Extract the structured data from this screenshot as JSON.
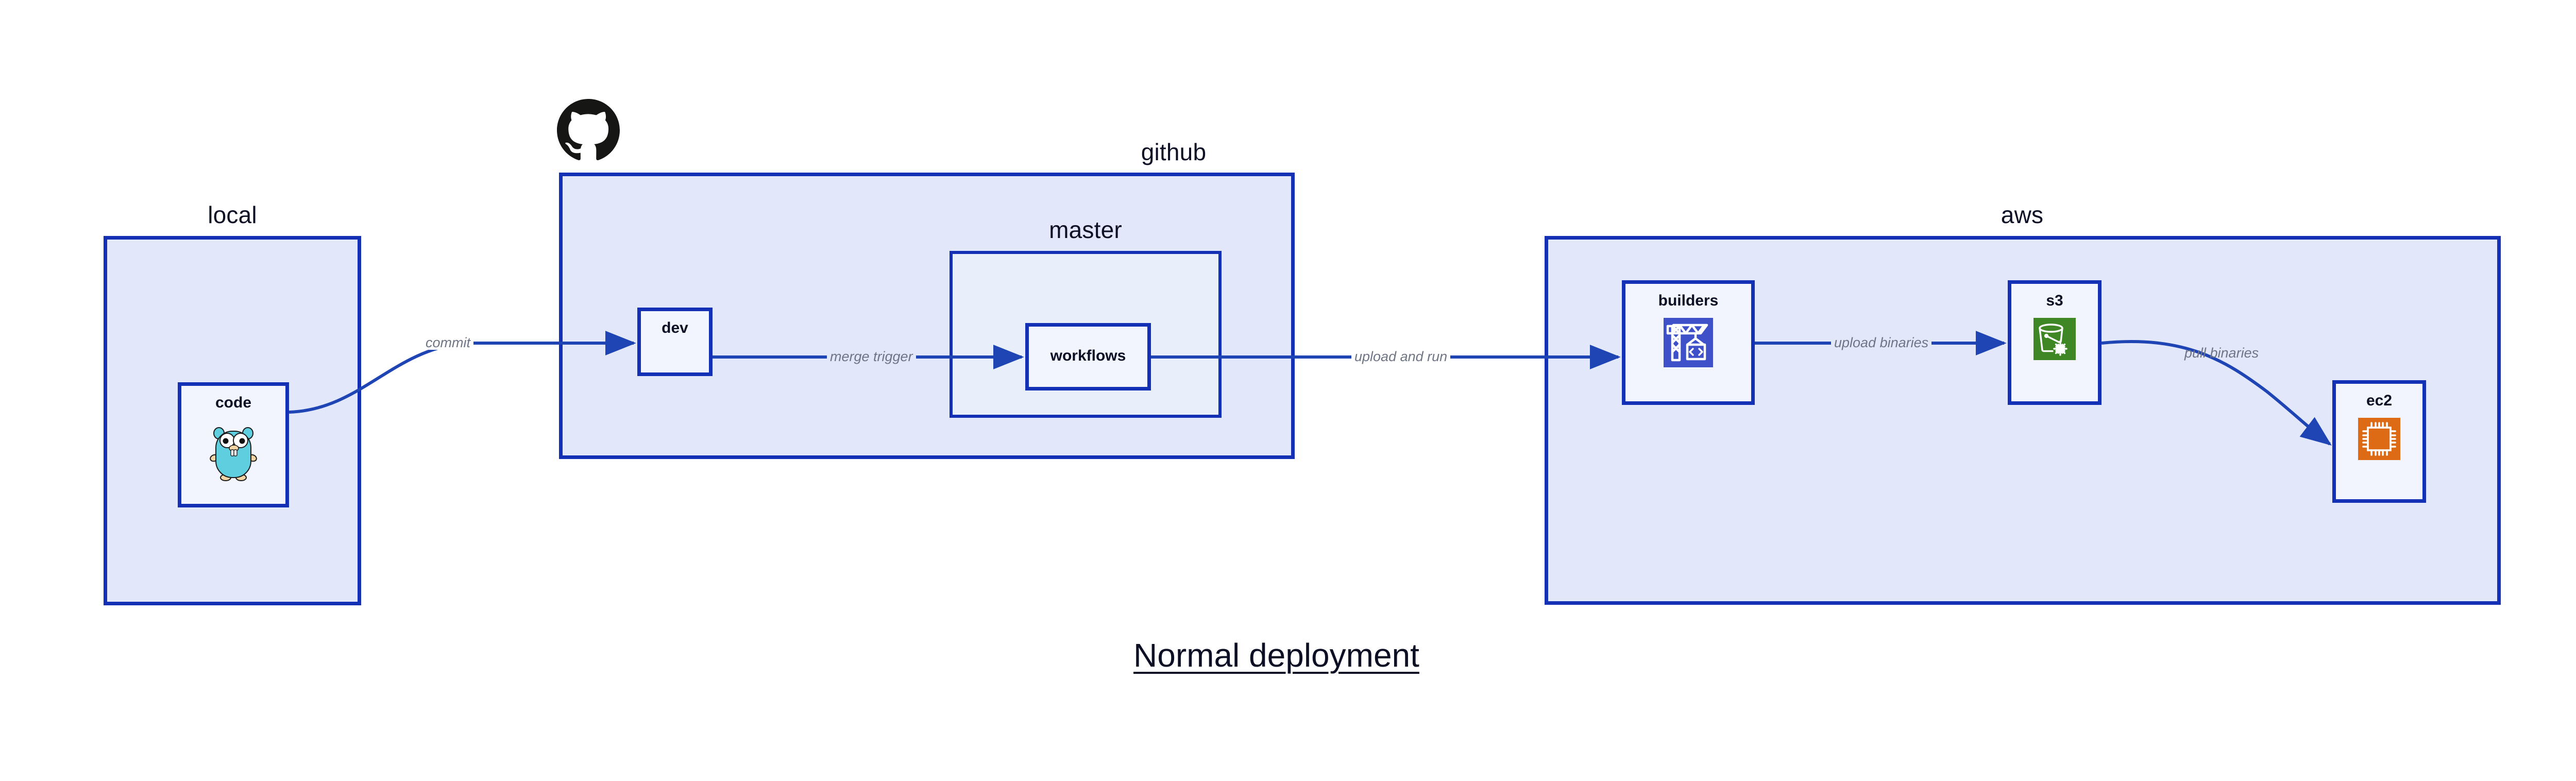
{
  "diagram": {
    "caption": "Normal deployment",
    "colors": {
      "group_fill": "#e2e8fa",
      "subgroup_fill": "#e9eefb",
      "node_fill": "#f2f5fd",
      "border": "#1430b4",
      "arrow": "#1f45b5",
      "text": "#0d0f24",
      "edge_label": "#6f7584",
      "codebuild_icon_bg": "#3f51c8",
      "s3_icon_bg": "#3f8624",
      "ec2_icon_bg": "#dd6b15",
      "gopher_body": "#5fcfdf",
      "github_logo": "#161614"
    }
  },
  "groups": [
    {
      "id": "local",
      "label": "local",
      "label_align": "center"
    },
    {
      "id": "github",
      "label": "github",
      "label_align": "right"
    },
    {
      "id": "master",
      "label": "master",
      "label_align": "center"
    },
    {
      "id": "aws",
      "label": "aws",
      "label_align": "right"
    }
  ],
  "nodes": [
    {
      "id": "code",
      "label": "code",
      "icon": "go-gopher-icon",
      "parent": "local"
    },
    {
      "id": "dev",
      "label": "dev",
      "icon": null,
      "parent": "github"
    },
    {
      "id": "workflows",
      "label": "workflows",
      "icon": null,
      "parent": "master"
    },
    {
      "id": "builders",
      "label": "builders",
      "icon": "aws-codebuild-icon",
      "parent": "aws"
    },
    {
      "id": "s3",
      "label": "s3",
      "icon": "aws-s3-glacier-icon",
      "parent": "aws"
    },
    {
      "id": "ec2",
      "label": "ec2",
      "icon": "aws-ec2-chip-icon",
      "parent": "aws"
    }
  ],
  "edges": [
    {
      "id": "code-to-dev",
      "label": "commit",
      "from": "code",
      "to": "dev"
    },
    {
      "id": "dev-to-workflows",
      "label": "merge trigger",
      "from": "dev",
      "to": "workflows"
    },
    {
      "id": "workflows-to-builders",
      "label": "upload and run",
      "from": "workflows",
      "to": "builders"
    },
    {
      "id": "builders-to-s3",
      "label": "upload binaries",
      "from": "builders",
      "to": "s3"
    },
    {
      "id": "s3-to-ec2",
      "label": "pull binaries",
      "from": "s3",
      "to": "ec2"
    }
  ],
  "logos": [
    {
      "id": "github-octocat",
      "name": "github-logo-icon"
    }
  ]
}
